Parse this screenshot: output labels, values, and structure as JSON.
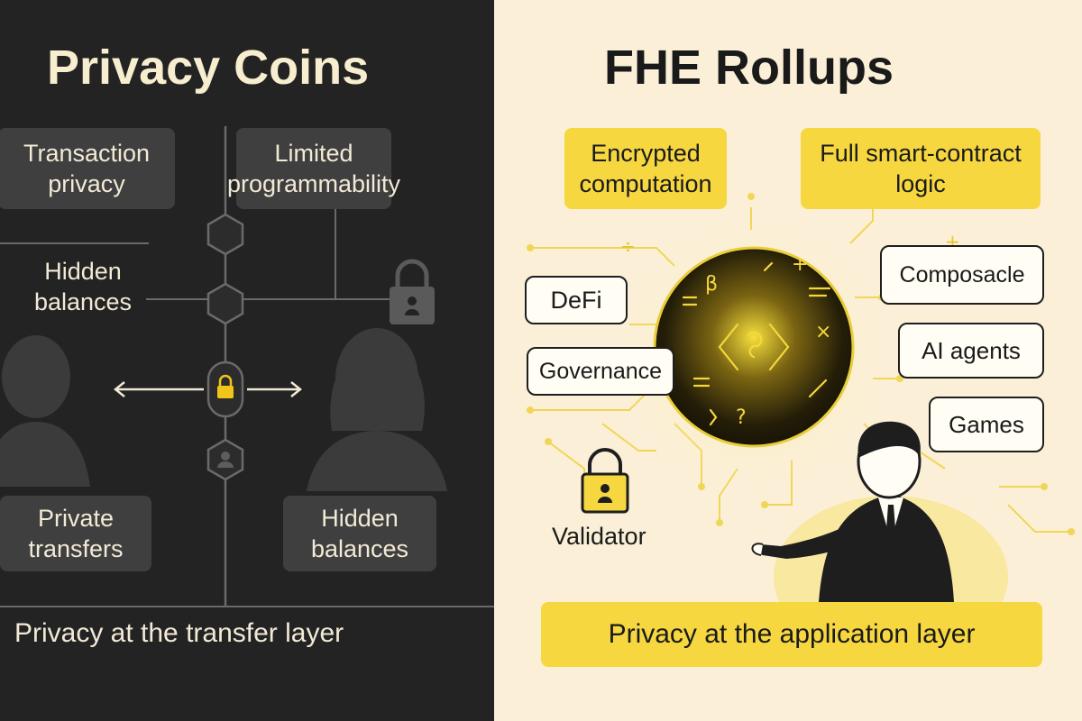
{
  "left": {
    "title": "Privacy Coins",
    "boxes": {
      "transaction_privacy": "Transaction privacy",
      "limited_programmability": "Limited programmability",
      "hidden_balances_top": "Hidden balances",
      "private_transfers": "Private transfers",
      "hidden_balances_bottom": "Hidden balances"
    },
    "footer": "Privacy at the transfer layer",
    "colors": {
      "background": "#232323",
      "box": "#3f3f3f",
      "text": "#f2ead6",
      "lock": "#f0c419"
    }
  },
  "right": {
    "title": "FHE Rollups",
    "boxes": {
      "encrypted_computation": "Encrypted computation",
      "full_smart_contract_logic": "Full smart-contract logic",
      "defi": "DeFi",
      "governance": "Governance",
      "composable": "Composacle",
      "ai_agents": "AI agents",
      "games": "Games"
    },
    "validator_label": "Validator",
    "footer": "Privacy at the application layer",
    "colors": {
      "background": "#fbf0d7",
      "accent": "#f6d740",
      "text": "#1a1a1a"
    }
  }
}
